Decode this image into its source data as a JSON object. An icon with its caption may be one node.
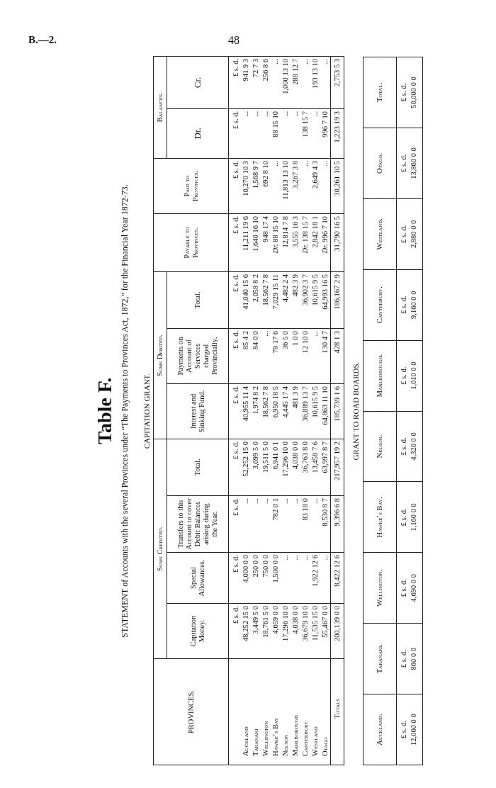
{
  "diagram": {
    "title": "Table F.",
    "labels": [
      "B.—2.",
      "48",
      "STATEMENT of Accounts with the several Provinces under “The Payments to Provinces Act, 1872,” for the Financial Year 1872-73.",
      "CAPITATION GRANT.",
      "PROVINCES.",
      "Sums Credited.",
      "Sums Debited.",
      "Payable to Provinces.",
      "Paid to Provinces.",
      "Balances.",
      "Capitation Money.",
      "Special Allowances.",
      "Transfers to this Account to cover Debit Balances arising during the Year.",
      "Total.",
      "Interest and Sinking Fund.",
      "Payments on Account of Services charged Provincially.",
      "Total.",
      "Dr.",
      "Cr.",
      "£ s. d.",
      "£ s. d.",
      "£ s. d.",
      "£ s. d.",
      "£ s. d.",
      "£ s. d.",
      "£ s. d.",
      "£ s. d.",
      "£ s. d.",
      "£ s. d.",
      "£ s. d.",
      "Auckland",
      "48,252 15 0",
      "4,000 0 0",
      "...",
      "52,252 15 0",
      "40,955 11 4",
      "85 4 2",
      "41,040 15 6",
      "11,211 19 6",
      "10,270 10 3",
      "...",
      "941 9 3",
      "Taranaki",
      "3,449 5 0",
      "250 0 0",
      "...",
      "3,699 5 0",
      "1,974 8 2",
      "84 0 0",
      "2,058 8 2",
      "1,640 16 10",
      "1,568 9 7",
      "...",
      "72 7 3",
      "Wellington",
      "18,761 5 0",
      "750 0 0",
      "...",
      "19,511 5 0",
      "18,562 7 8",
      "...",
      "18,562 7 8",
      "948 17 4",
      "692 8 10",
      "...",
      "256 8 6",
      "Hawke’s Bay",
      "4,659 0 0",
      "1,500 0 0",
      "782 0 1",
      "6,941 0 1",
      "6,950 18 5",
      "78 17 6",
      "7,029 15 11",
      "*Dr.* 88 15 10",
      "...",
      "88 15 10",
      "...",
      "Nelson",
      "17,296 10 0",
      "...",
      "...",
      "17,296 10 0",
      "4,445 17 4",
      "36 5 0",
      "4,482 2 4",
      "12,814 7 8",
      "11,813 13 10",
      "...",
      "1,000 13 10",
      "Marlborough",
      "4,038 0 0",
      "...",
      "...",
      "4,038 0 0",
      "481 3 9",
      "1 0 0",
      "482 3 9",
      "3,555 16 3",
      "3,267 3 8",
      "...",
      "288 12 7",
      "Canterbury",
      "36,679 10 0",
      "...",
      "83 18 0",
      "36,763 8 0",
      "36,889 13 7",
      "12 10 0",
      "36,902 3 7",
      "*Dr.* 138 15 7",
      "...",
      "138 15 7",
      "...",
      "Westland",
      "11,535 15 0",
      "1,922 12 6",
      "...",
      "13,458 7 6",
      "10,615 9 5",
      "...",
      "10,615 9 5",
      "2,842 18 1",
      "2,649 4 3",
      "...",
      "193 13 10",
      "Otago",
      "55,467 0 0",
      "...",
      "8,530 8 7",
      "63,997 8 7",
      "64,863 11 10",
      "130 4 7",
      "64,993 16 5",
      "*Dr.* 996 7 10",
      "...",
      "996 7 10",
      "...",
      "Totals",
      "200,139 0 0",
      "8,422 12 6",
      "9,396 6 8",
      "217,957 19 2",
      "185,739 1 6",
      "428 1 3",
      "186,167 2 9",
      "31,790 16 5",
      "30,261 10 5",
      "1,223 19 3",
      "2,753 5 3",
      "GRANT TO ROAD BOARDS.",
      "Auckland.",
      "Taranaki.",
      "Wellington.",
      "Hawke’s Bay.",
      "Nelson.",
      "Marlborough.",
      "Canterbury.",
      "Westland.",
      "Otago.",
      "Total.",
      "£ s. d.",
      "£ s. d.",
      "£ s. d.",
      "£ s. d.",
      "£ s. d.",
      "£ s. d.",
      "£ s. d.",
      "£ s. d.",
      "£ s. d.",
      "£ s. d.",
      "12,060 0 0",
      "860 0 0",
      "4,690 0 0",
      "1,160 0 0",
      "4,320 0 0",
      "1,010 0 0",
      "9,160 0 0",
      "2,880 0 0",
      "13,860 0 0",
      "50,000 0 0"
    ]
  }
}
